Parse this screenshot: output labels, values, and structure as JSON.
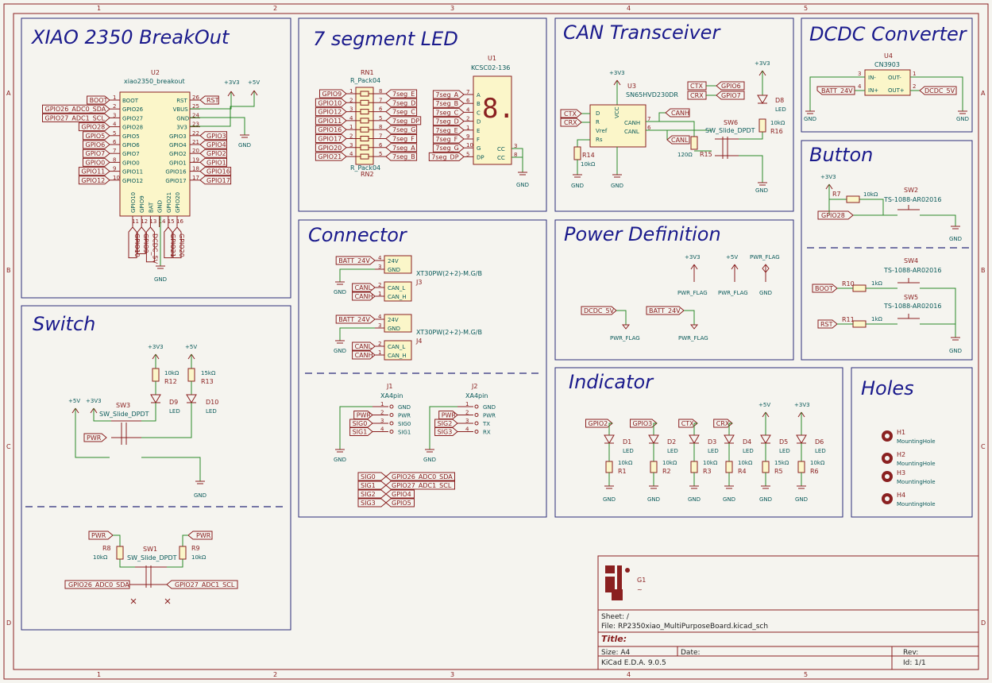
{
  "sheet": {
    "border_numbers": [
      "1",
      "2",
      "3",
      "4",
      "5"
    ],
    "border_letters": [
      "A",
      "B",
      "C",
      "D"
    ]
  },
  "sections": {
    "xiao": "XIAO 2350 BreakOut",
    "seg7": "7 segment LED",
    "can": "CAN Transceiver",
    "dcdc": "DCDC Converter",
    "button": "Button",
    "connector": "Connector",
    "power": "Power Definition",
    "switch": "Switch",
    "indicator": "Indicator",
    "holes": "Holes"
  },
  "xiao_module": {
    "ref": "U2",
    "value": "xiao2350_breakout",
    "left_pins": [
      {
        "net": "BOOT",
        "pin": "BOOT",
        "num": "1"
      },
      {
        "net": "GPIO26_ADC0_SDA",
        "pin": "GPIO26",
        "num": "2"
      },
      {
        "net": "GPIO27_ADC1_SCL",
        "pin": "GPIO27",
        "num": "3"
      },
      {
        "net": "GPIO28",
        "pin": "GPIO28",
        "num": "4"
      },
      {
        "net": "GPIO5",
        "pin": "GPIO5",
        "num": "5"
      },
      {
        "net": "GPIO6",
        "pin": "GPIO6",
        "num": "6"
      },
      {
        "net": "GPIO7",
        "pin": "GPIO7",
        "num": "7"
      },
      {
        "net": "GPIO0",
        "pin": "GPIO0",
        "num": "8"
      },
      {
        "net": "GPIO11",
        "pin": "GPIO11",
        "num": "9"
      },
      {
        "net": "GPIO12",
        "pin": "GPIO12",
        "num": "10"
      }
    ],
    "right_pins": [
      {
        "net": "RST",
        "pin": "RST",
        "num": "26"
      },
      {
        "net": "",
        "pin": "VBUS",
        "num": "25"
      },
      {
        "net": "",
        "pin": "GND",
        "num": "24"
      },
      {
        "net": "",
        "pin": "3V3",
        "num": "23"
      },
      {
        "net": "GPIO3",
        "pin": "GPIO3",
        "num": "22"
      },
      {
        "net": "GPIO4",
        "pin": "GPIO4",
        "num": "21"
      },
      {
        "net": "GPIO2",
        "pin": "GPIO2",
        "num": "20"
      },
      {
        "net": "GPIO1",
        "pin": "GPIO1",
        "num": "19"
      },
      {
        "net": "GPIO16",
        "pin": "GPIO16",
        "num": "18"
      },
      {
        "net": "GPIO17",
        "pin": "GPIO17",
        "num": "17"
      }
    ],
    "bottom_pins": [
      {
        "net": "GPIO10",
        "pin": "GPIO10",
        "num": "11"
      },
      {
        "net": "GPIO9",
        "pin": "GPIO9",
        "num": "12"
      },
      {
        "net": "DCDC_5V",
        "pin": "BAT",
        "num": "13"
      },
      {
        "net": "",
        "pin": "GND",
        "num": "14"
      },
      {
        "net": "GPIO21",
        "pin": "GPIO21",
        "num": "15"
      },
      {
        "net": "GPIO20",
        "pin": "GPIO20",
        "num": "16"
      }
    ],
    "power_3v3": "+3V3",
    "power_5v": "+5V",
    "gnd": "GND"
  },
  "seg7": {
    "rn1_ref": "RN1",
    "rn1_val": "R_Pack04",
    "rn2_ref": "RN2",
    "rn2_val": "R_Pack04",
    "rn_left": [
      "GPIO9",
      "GPIO10",
      "GPIO12",
      "GPIO11",
      "GPIO16",
      "GPIO17",
      "GPIO20",
      "GPIO21"
    ],
    "rn_left_num": [
      "1",
      "2",
      "3",
      "4",
      "1",
      "2",
      "3",
      "4"
    ],
    "rn_right_num": [
      "8",
      "7",
      "6",
      "5",
      "8",
      "7",
      "6",
      "5"
    ],
    "rn_right": [
      "7seg_E",
      "7seg_D",
      "7seg_C",
      "7seg_DP",
      "7seg_G",
      "7seg_F",
      "7seg_A",
      "7seg_B"
    ],
    "disp_ref": "U1",
    "disp_val": "KCSC02-136",
    "disp_nets": [
      "7seg_A",
      "7seg_B",
      "7seg_C",
      "7seg_D",
      "7seg_E",
      "7seg_F",
      "7seg_G",
      "7seg_DP"
    ],
    "disp_nums": [
      "7",
      "6",
      "4",
      "2",
      "1",
      "9",
      "10",
      "5"
    ],
    "disp_pins": [
      "A",
      "B",
      "C",
      "D",
      "E",
      "F",
      "G",
      "DP"
    ],
    "cc": "CC",
    "cc_nums": [
      "3",
      "8"
    ],
    "gnd": "GND"
  },
  "can": {
    "ref": "U3",
    "val": "SN65HVD230DR",
    "pins_left": [
      "D",
      "R",
      "Vref",
      "Rs"
    ],
    "pins_left_num": [
      "1",
      "4",
      "5",
      "8"
    ],
    "pins_right": [
      "CANH",
      "CANL"
    ],
    "pins_right_num": [
      "7",
      "6"
    ],
    "vcc": "VCC",
    "vcc_num": "3",
    "gnd_num": "2",
    "ctx": "CTX",
    "crx": "CRX",
    "canh": "CANH",
    "canl": "CANL",
    "r14": "R14",
    "r14_val": "10kΩ",
    "r15": "R15",
    "r15_val": "120Ω",
    "sw6": "SW6",
    "sw6_val": "SW_Slide_DPDT",
    "d8": "D8",
    "d8_val": "LED",
    "r16": "R16",
    "r16_val": "10kΩ",
    "gpio6": "GPIO6",
    "gpio7": "GPIO7",
    "pwr": "+3V3",
    "gnd": "GND"
  },
  "dcdc": {
    "ref": "U4",
    "val": "CN3903",
    "in_minus": "IN-",
    "in_plus": "IN+",
    "out_minus": "OUT-",
    "out_plus": "OUT+",
    "nums": [
      "3",
      "4",
      "1",
      "2"
    ],
    "batt": "BATT_24V",
    "out": "DCDC_5V",
    "gnd": "GND"
  },
  "button": {
    "pwr": "+3V3",
    "r7": "R7",
    "r7_val": "10kΩ",
    "sw2": "SW2",
    "sw2_val": "TS-1088-AR02016",
    "gpio28": "GPIO28",
    "sw4": "SW4",
    "sw4_val": "TS-1088-AR02016",
    "sw5": "SW5",
    "sw5_val": "TS-1088-AR02016",
    "boot": "BOOT",
    "rst": "RST",
    "r10": "R10",
    "r11": "R11",
    "r_val": "1kΩ",
    "gnd": "GND"
  },
  "connector": {
    "j3": "J3",
    "j4": "J4",
    "xt_val": "XT30PW(2+2)-M.G/B",
    "batt": "BATT_24V",
    "pins_top": [
      "24V",
      "GND"
    ],
    "pins_bot": [
      "CAN_L",
      "CAN_H"
    ],
    "nets_bot": [
      "CANL",
      "CANH"
    ],
    "nums": [
      "4",
      "3",
      "2",
      "1"
    ],
    "j1": "J1",
    "j2": "J2",
    "xa_val": "XA4pin",
    "j1_nets": [
      "PWR",
      "SIG0",
      "SIG1"
    ],
    "j1_pins": [
      "GND",
      "PWR",
      "SIG0",
      "SIG1"
    ],
    "j2_nets": [
      "PWR",
      "SIG2",
      "SIG3"
    ],
    "j2_pins": [
      "GND",
      "PWR",
      "TX",
      "RX"
    ],
    "sig_map_l": [
      "SIG0",
      "SIG1",
      "SIG2",
      "SIG3"
    ],
    "sig_map_r": [
      "GPIO26_ADC0_SDA",
      "GPIO27_ADC1_SCL",
      "GPIO4",
      "GPIO5"
    ],
    "gnd": "GND"
  },
  "power": {
    "p3v3": "+3V3",
    "p5v": "+5V",
    "pwrflag": "PWR_FLAG",
    "gnd": "GND",
    "dcdc": "DCDC_5V",
    "batt": "BATT_24V"
  },
  "switch": {
    "p3v3": "+3V3",
    "p5v": "+5V",
    "r12": "R12",
    "r13": "R13",
    "r12_val": "10kΩ",
    "r13_val": "15kΩ",
    "d9": "D9",
    "d10": "D10",
    "led": "LED",
    "sw3": "SW3",
    "sw_val": "SW_Slide_DPDT",
    "pwr": "PWR",
    "gnd": "GND",
    "sw1": "SW1",
    "r8": "R8",
    "r9": "R9",
    "r89_val": "10kΩ",
    "gpio26": "GPIO26_ADC0_SDA",
    "gpio27": "GPIO27_ADC1_SCL"
  },
  "indicator": {
    "nets": [
      "GPIO2",
      "GPIO3",
      "CTX",
      "CRX",
      "+5V",
      "+3V3"
    ],
    "leds": [
      "D1",
      "D2",
      "D3",
      "D4",
      "D5",
      "D6"
    ],
    "res": [
      "R1",
      "R2",
      "R3",
      "R4",
      "R5",
      "R6"
    ],
    "res_val": [
      "10kΩ",
      "10kΩ",
      "10kΩ",
      "10kΩ",
      "15kΩ",
      "10kΩ"
    ],
    "led": "LED",
    "gnd": "GND"
  },
  "holes": {
    "refs": [
      "H1",
      "H2",
      "H3",
      "H4"
    ],
    "val": "MountingHole"
  },
  "titleblock": {
    "logo_ref": "G1",
    "logo_val": "~",
    "sheet": "Sheet: /",
    "file": "File: RP2350xiao_MultiPurposeBoard.kicad_sch",
    "title": "Title:",
    "size": "Size: A4",
    "date": "Date:",
    "rev": "Rev:",
    "kicad": "KiCad E.D.A. 9.0.5",
    "id": "Id: 1/1"
  }
}
